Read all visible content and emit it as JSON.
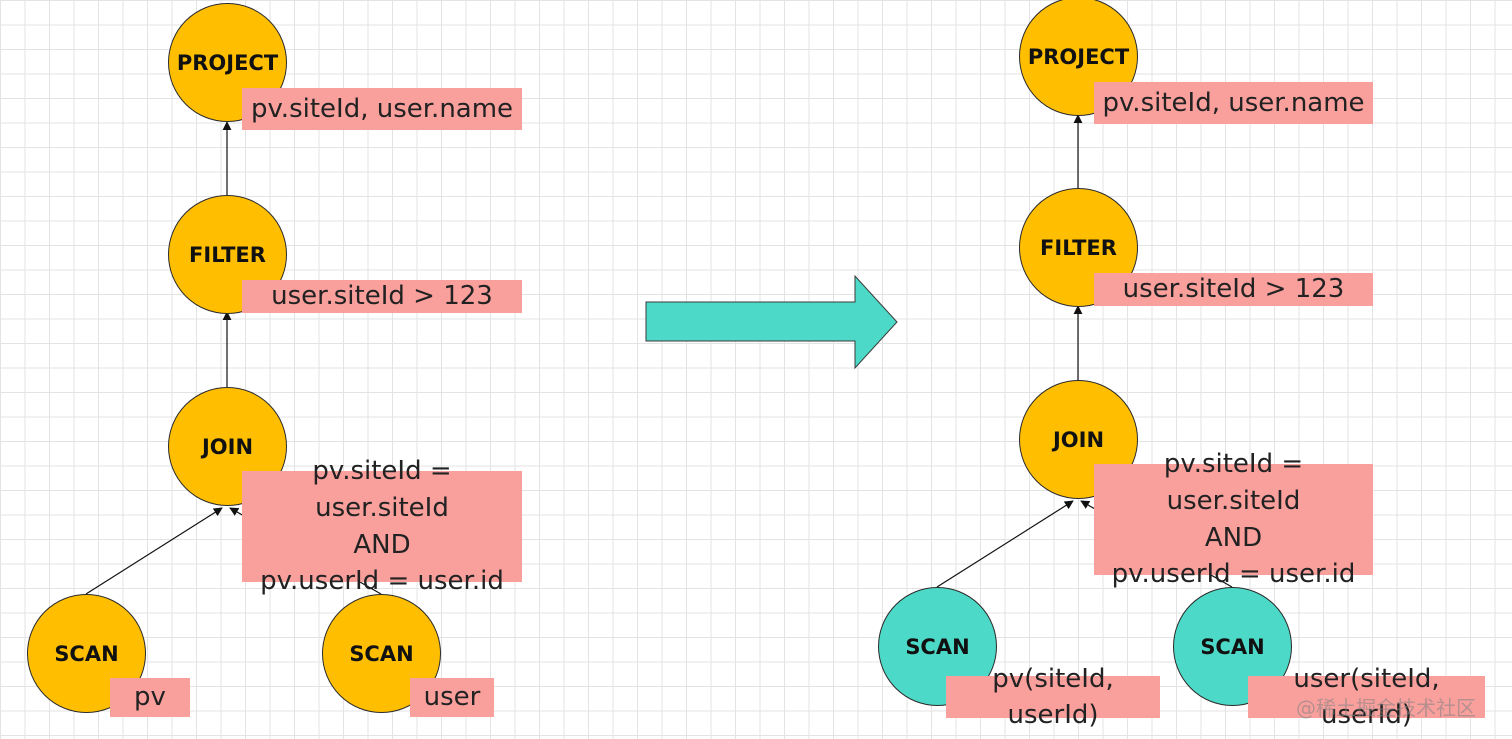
{
  "colors": {
    "node_orange": "#ffbf00",
    "node_teal": "#4dd9c7",
    "label_pink": "#f9a09d",
    "arrow_teal": "#4dd9c7"
  },
  "left_plan": {
    "project": {
      "name": "PROJECT",
      "label": "pv.siteId, user.name"
    },
    "filter": {
      "name": "FILTER",
      "label": "user.siteId > 123"
    },
    "join": {
      "name": "JOIN",
      "label_lines": [
        "pv.siteId = user.siteId",
        "AND",
        "pv.userId = user.id"
      ]
    },
    "scan_pv": {
      "name": "SCAN",
      "label": "pv"
    },
    "scan_user": {
      "name": "SCAN",
      "label": "user"
    }
  },
  "right_plan": {
    "project": {
      "name": "PROJECT",
      "label": "pv.siteId, user.name"
    },
    "filter": {
      "name": "FILTER",
      "label": "user.siteId > 123"
    },
    "join": {
      "name": "JOIN",
      "label_lines": [
        "pv.siteId = user.siteId",
        "AND",
        "pv.userId = user.id"
      ]
    },
    "scan_pv": {
      "name": "SCAN",
      "label": "pv(siteId, userId)"
    },
    "scan_user": {
      "name": "SCAN",
      "label": "user(siteId, userId)"
    }
  },
  "watermark": "@稀土掘金技术社区"
}
